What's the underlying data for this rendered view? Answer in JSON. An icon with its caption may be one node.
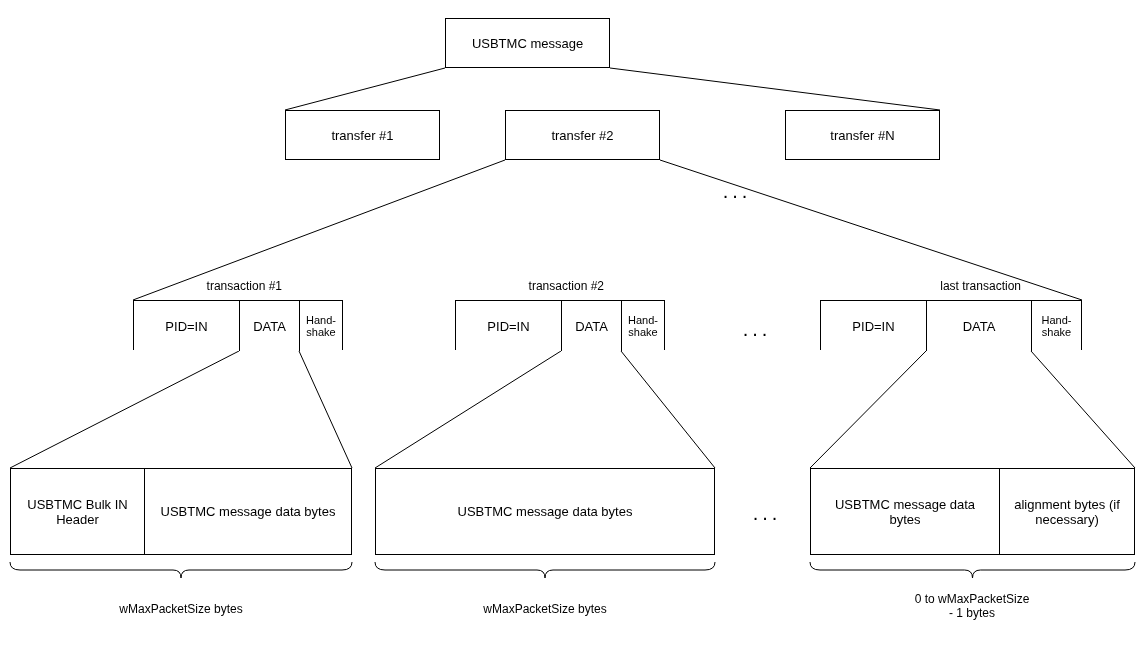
{
  "diagram": {
    "nodes": [
      {
        "text": [
          "USBTMC message"
        ]
      },
      {
        "text": [
          "transfer #1"
        ]
      },
      {
        "text": [
          "transfer #2"
        ]
      },
      {
        "text": [
          "transfer #N"
        ]
      },
      {
        "text": [
          "transaction #1"
        ]
      },
      {
        "text": [
          "PID=IN"
        ],
        "in": 4
      },
      {
        "text": [
          "DATA"
        ],
        "in": 4
      },
      {
        "text": [
          "Hand- shake"
        ],
        "in": 4
      },
      {
        "text": [
          "transaction #2"
        ]
      },
      {
        "text": [
          "PID=IN"
        ],
        "in": 8
      },
      {
        "text": [
          "DATA"
        ],
        "in": 8
      },
      {
        "text": [
          "Hand- shake"
        ],
        "in": 8
      },
      {
        "text": [
          "last transaction"
        ]
      },
      {
        "text": [
          "PID=IN"
        ],
        "in": 12
      },
      {
        "text": [
          "DATA"
        ],
        "in": 12
      },
      {
        "text": [
          "Hand- shake"
        ],
        "in": 12
      },
      {
        "text": [
          "USBTMC Bulk IN Header"
        ]
      },
      {
        "text": [
          "USBTMC message data bytes"
        ]
      },
      {
        "text": [
          "USBTMC message data bytes"
        ]
      },
      {
        "text": [
          "USBTMC message data bytes"
        ]
      },
      {
        "text": [
          "alignment bytes (if necessary)"
        ]
      }
    ],
    "edges": [
      {
        "from": 0,
        "to": 1,
        "arrow": "none"
      },
      {
        "from": 0,
        "to": 3,
        "arrow": "none"
      },
      {
        "from": 2,
        "to": 4,
        "arrow": "none"
      },
      {
        "from": 2,
        "to": 12,
        "arrow": "none"
      },
      {
        "from": 6,
        "to": 16,
        "arrow": "none"
      },
      {
        "from": 6,
        "to": 17,
        "arrow": "none"
      },
      {
        "from": 10,
        "to": 18,
        "arrow": "none"
      },
      {
        "from": 10,
        "to": 18,
        "arrow": "none"
      },
      {
        "from": 14,
        "to": 19,
        "arrow": "none"
      },
      {
        "from": 14,
        "to": 20,
        "arrow": "none"
      }
    ],
    "labels": [
      "...",
      "...",
      "...",
      "wMaxPacketSize bytes",
      "wMaxPacketSize bytes",
      "0 to wMaxPacketSize - 1 bytes"
    ]
  }
}
